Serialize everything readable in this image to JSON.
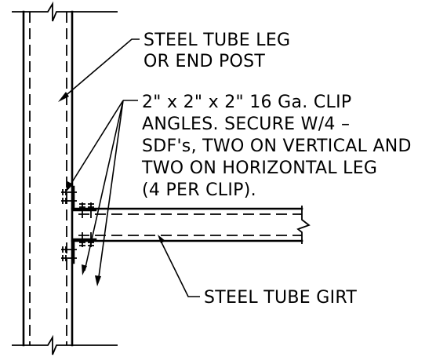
{
  "labels": {
    "leg": [
      "STEEL TUBE LEG",
      "OR END POST"
    ],
    "clip": [
      "2\" x 2\" x 2\" 16 Ga. CLIP",
      "ANGLES.  SECURE W/4 –",
      "SDF's, TWO ON VERTICAL AND",
      "TWO ON HORIZONTAL LEG",
      "(4 PER CLIP)."
    ],
    "girt": "STEEL TUBE GIRT"
  }
}
